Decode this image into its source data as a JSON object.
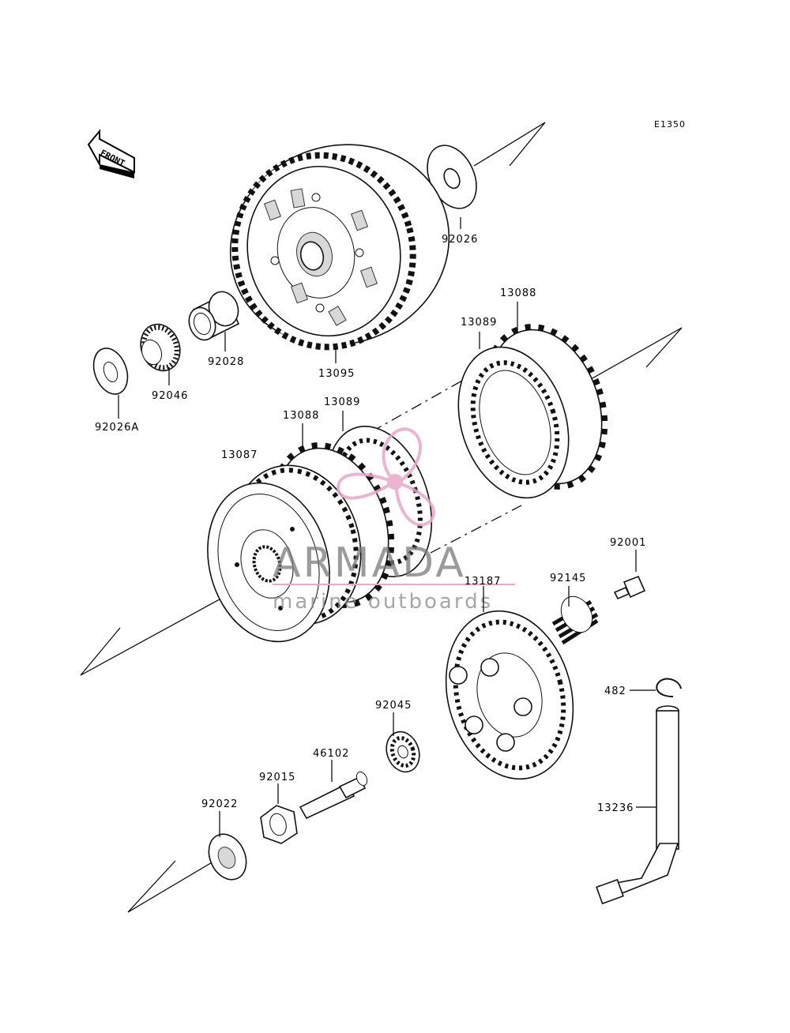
{
  "diagram_code": "E1350",
  "front_label": "FRONT",
  "watermark": {
    "brand": "ARMADA",
    "tagline": "marine outboards",
    "colors": {
      "logo_pink": "#e8a8c8",
      "text_gray": "#7a7a7a"
    }
  },
  "parts": [
    {
      "id": "p92026",
      "number": "92026"
    },
    {
      "id": "p13095",
      "number": "13095"
    },
    {
      "id": "p92028",
      "number": "92028"
    },
    {
      "id": "p92046",
      "number": "92046"
    },
    {
      "id": "p92026A",
      "number": "92026A"
    },
    {
      "id": "p13088a",
      "number": "13088"
    },
    {
      "id": "p13089a",
      "number": "13089"
    },
    {
      "id": "p13089b",
      "number": "13089"
    },
    {
      "id": "p13088b",
      "number": "13088"
    },
    {
      "id": "p13087",
      "number": "13087"
    },
    {
      "id": "p92001",
      "number": "92001"
    },
    {
      "id": "p92145",
      "number": "92145"
    },
    {
      "id": "p13187",
      "number": "13187"
    },
    {
      "id": "p482",
      "number": "482"
    },
    {
      "id": "p92045",
      "number": "92045"
    },
    {
      "id": "p46102",
      "number": "46102"
    },
    {
      "id": "p92015",
      "number": "92015"
    },
    {
      "id": "p92022",
      "number": "92022"
    },
    {
      "id": "p13236",
      "number": "13236"
    }
  ]
}
